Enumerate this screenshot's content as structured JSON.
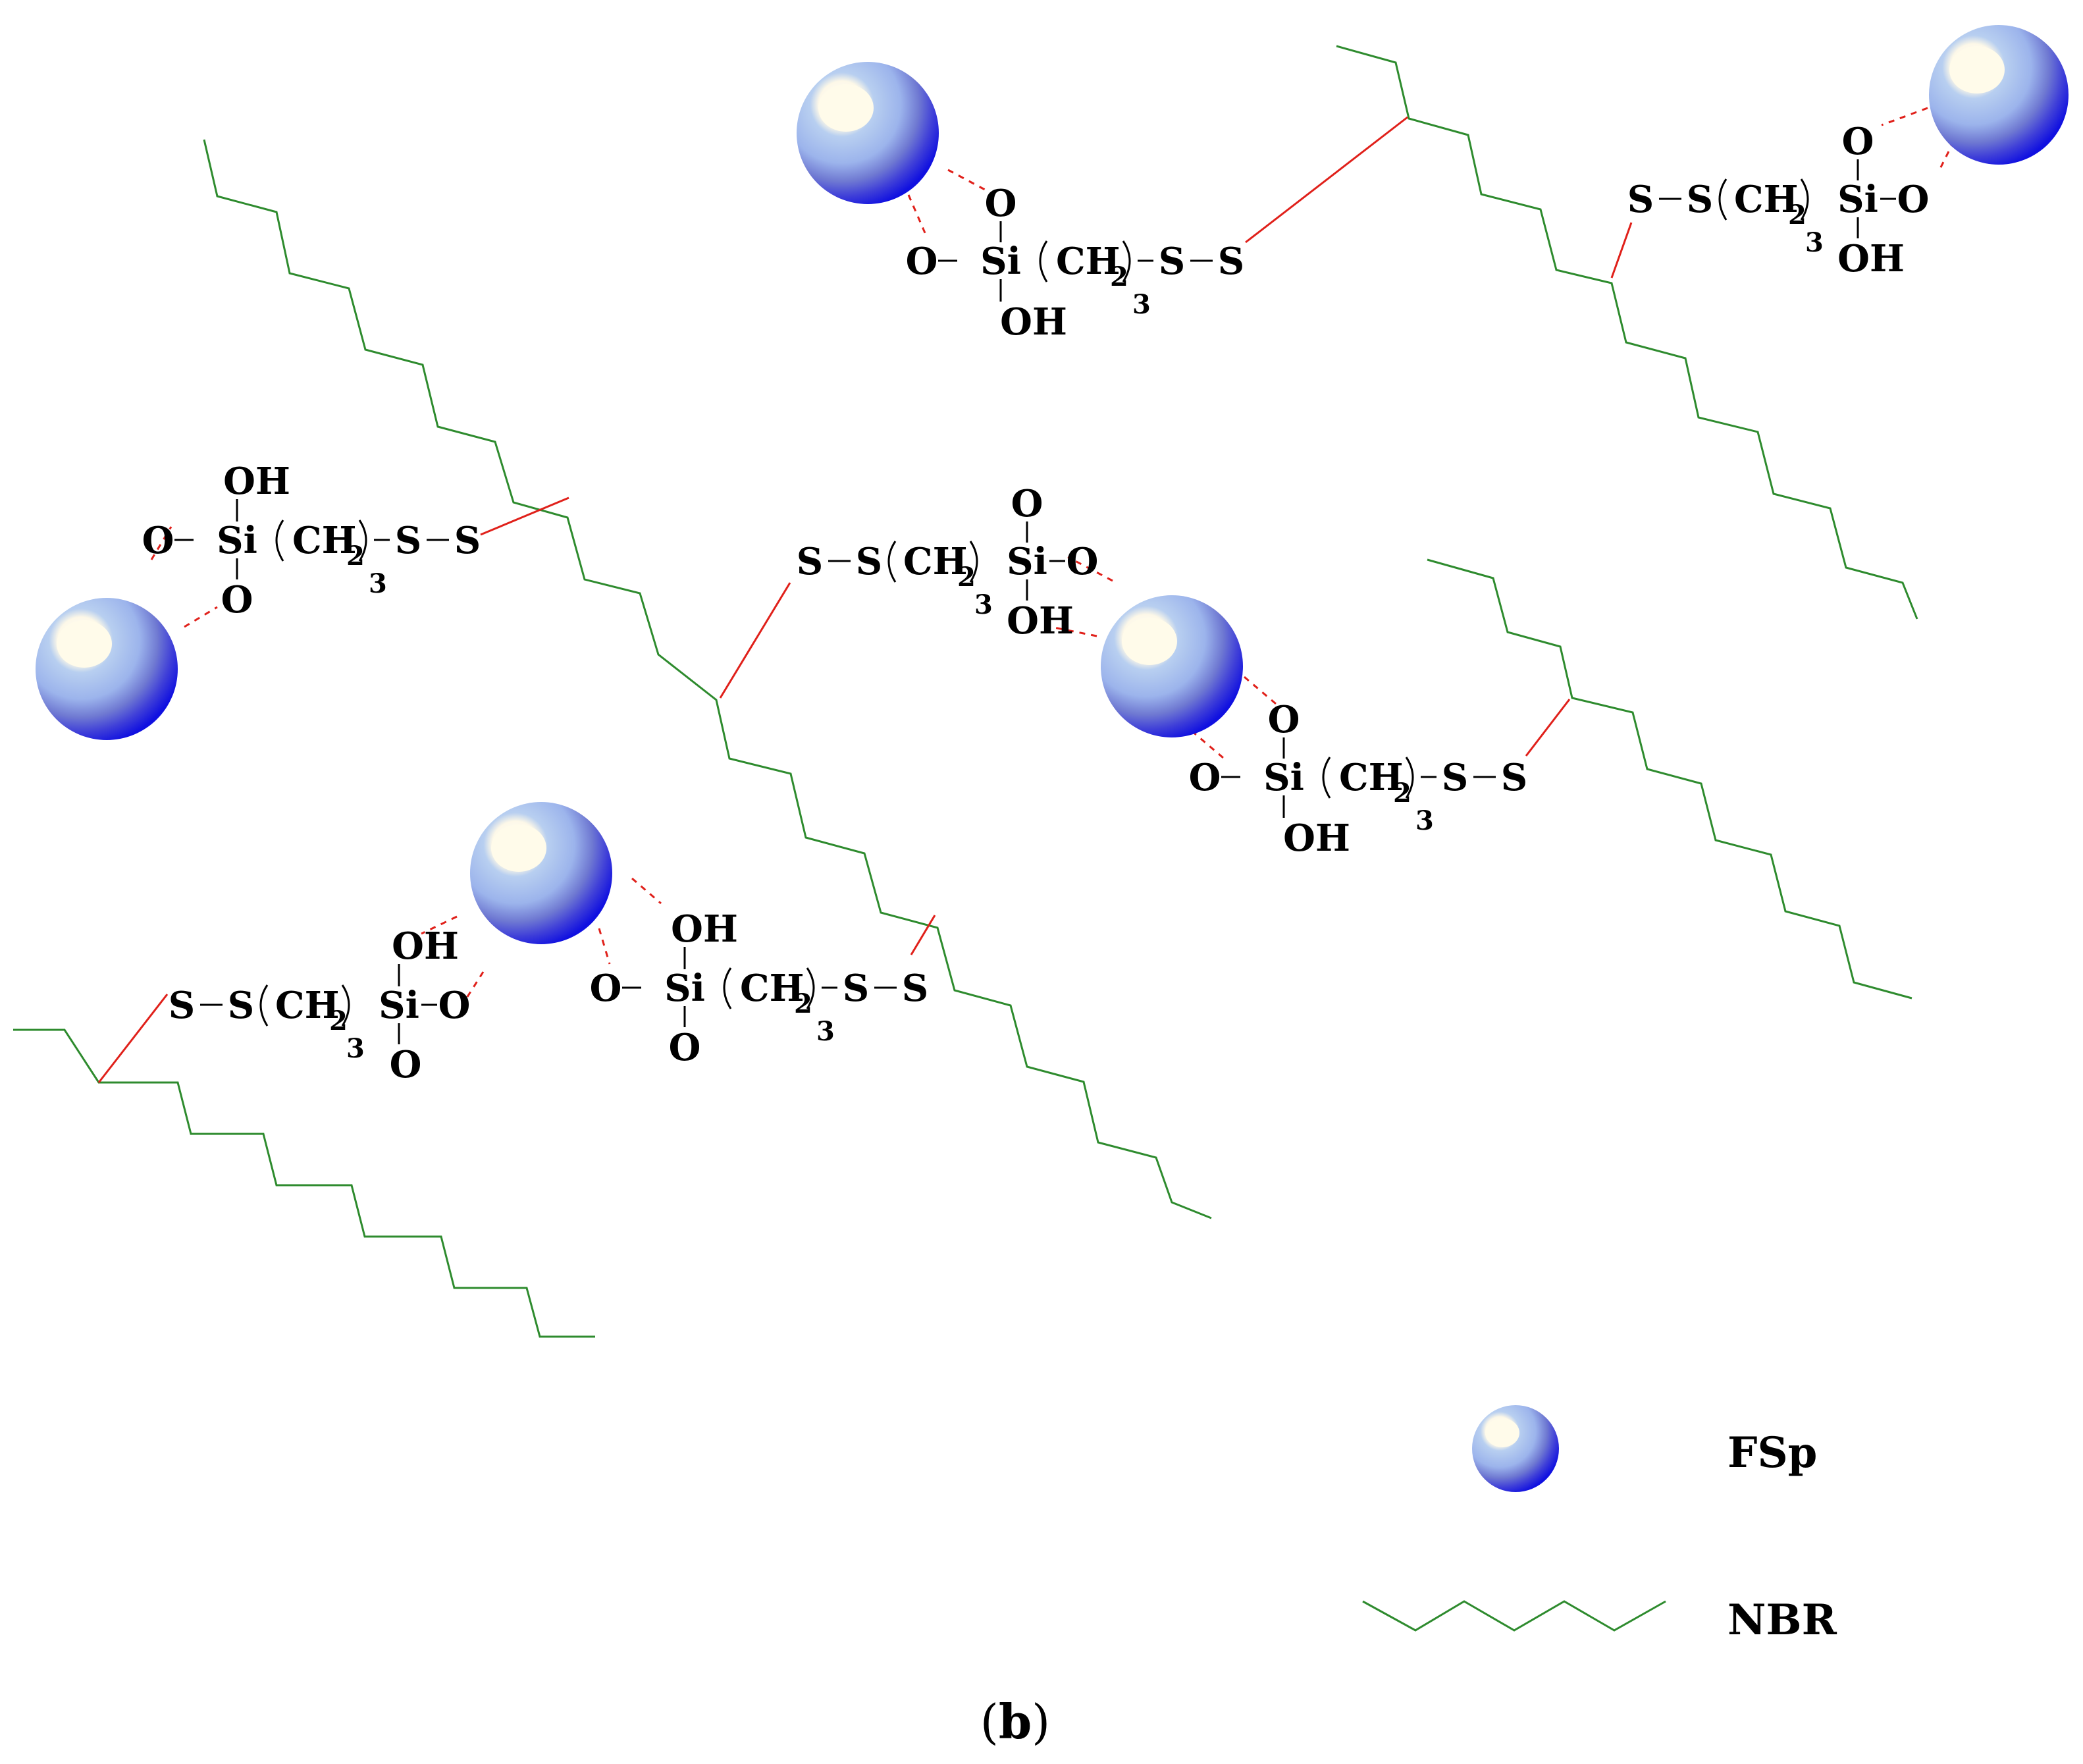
{
  "labels": {
    "o": "O",
    "si": "Si",
    "oh": "OH",
    "s": "S",
    "ch": "CH",
    "two": "2",
    "three": "3"
  },
  "legend": {
    "particle_label": "FSp",
    "chain_label": "NBR"
  },
  "caption": {
    "open": "(",
    "letter": "b",
    "close": ")"
  },
  "colors": {
    "particle": "#1010e0",
    "chain": "#2e8b2e",
    "bond": "#e0201a",
    "text": "#000000"
  }
}
